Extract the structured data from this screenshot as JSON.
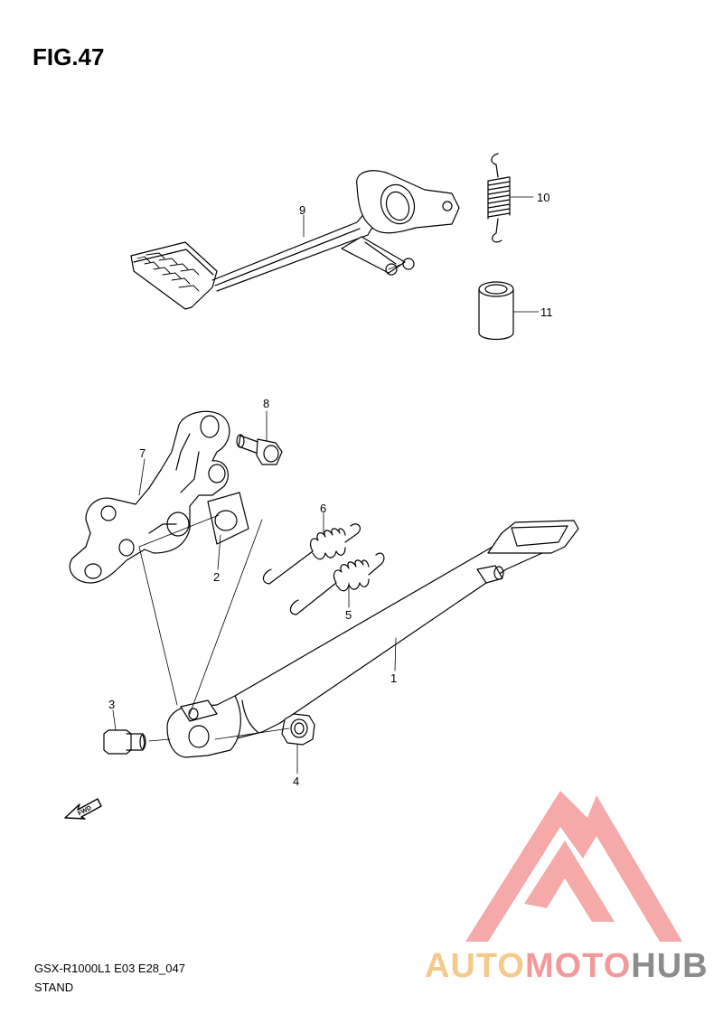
{
  "figure": {
    "title": "FIG.47",
    "model_code": "GSX-R1000L1  E03  E28_047",
    "section_name": "STAND"
  },
  "callouts": [
    {
      "number": "1"
    },
    {
      "number": "2"
    },
    {
      "number": "3"
    },
    {
      "number": "4"
    },
    {
      "number": "5"
    },
    {
      "number": "6"
    },
    {
      "number": "7"
    },
    {
      "number": "8"
    },
    {
      "number": "9"
    },
    {
      "number": "10"
    },
    {
      "number": "11"
    }
  ],
  "fwd_arrow": {
    "label": "FWD"
  },
  "watermark": {
    "part1": "AUTO",
    "part2": "MOTO",
    "part3": "HUB",
    "colors": {
      "auto": "#f5c98a",
      "moto": "#f29a9a",
      "hub": "#8c8c8c",
      "logo": "#f4a0a0"
    }
  }
}
